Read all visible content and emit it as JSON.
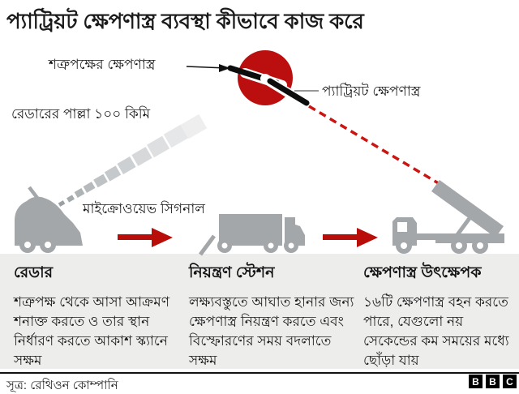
{
  "title": "প্যাট্রিয়ট ক্ষেপণাস্ত্র ব্যবস্থা কীভাবে কাজ করে",
  "diagram": {
    "enemy_missile_label": "শত্রুপক্ষের ক্ষেপণাস্ত্র",
    "patriot_missile_label": "প্যাট্রিয়ট ক্ষেপণাস্ত্র",
    "radar_range_label": "রেডারের পাল্লা ১০০ কিমি",
    "microwave_label": "মাইক্রোওয়েভ সিগনাল",
    "colors": {
      "explosion_red": "#bb0f0f",
      "arrow_red": "#b90d09",
      "trajectory_dash_red": "#cc1410",
      "vehicle_gray": "#a4a7a9",
      "panel_gray": "#ededec"
    }
  },
  "sections": [
    {
      "heading": "রেডার",
      "body": "শত্রুপক্ষ থেকে আসা আক্রমণ শনাক্ত করতে ও তার স্থান নির্ধারণ করতে আকাশ স্ক্যানে সক্ষম"
    },
    {
      "heading": "নিয়ন্ত্রণ স্টেশন",
      "body": "লক্ষ্যবস্তুতে আঘাত হানার জন্য ক্ষেপণাস্ত্র নিয়ন্ত্রণ করতে এবং বিস্ফোরণের সময় বদলাতে সক্ষম"
    },
    {
      "heading": "ক্ষেপণাস্ত্র উৎক্ষেপক",
      "body": "১৬টি ক্ষেপণাস্ত্র বহন করতে পারে, যেগুলো নয় সেকেন্ডের কম সময়ের মধ্যে ছোঁড়া যায়"
    }
  ],
  "footer": {
    "source": "সূত্র: রেথিওন কোম্পানি",
    "logo_letters": [
      "B",
      "B",
      "C"
    ]
  }
}
